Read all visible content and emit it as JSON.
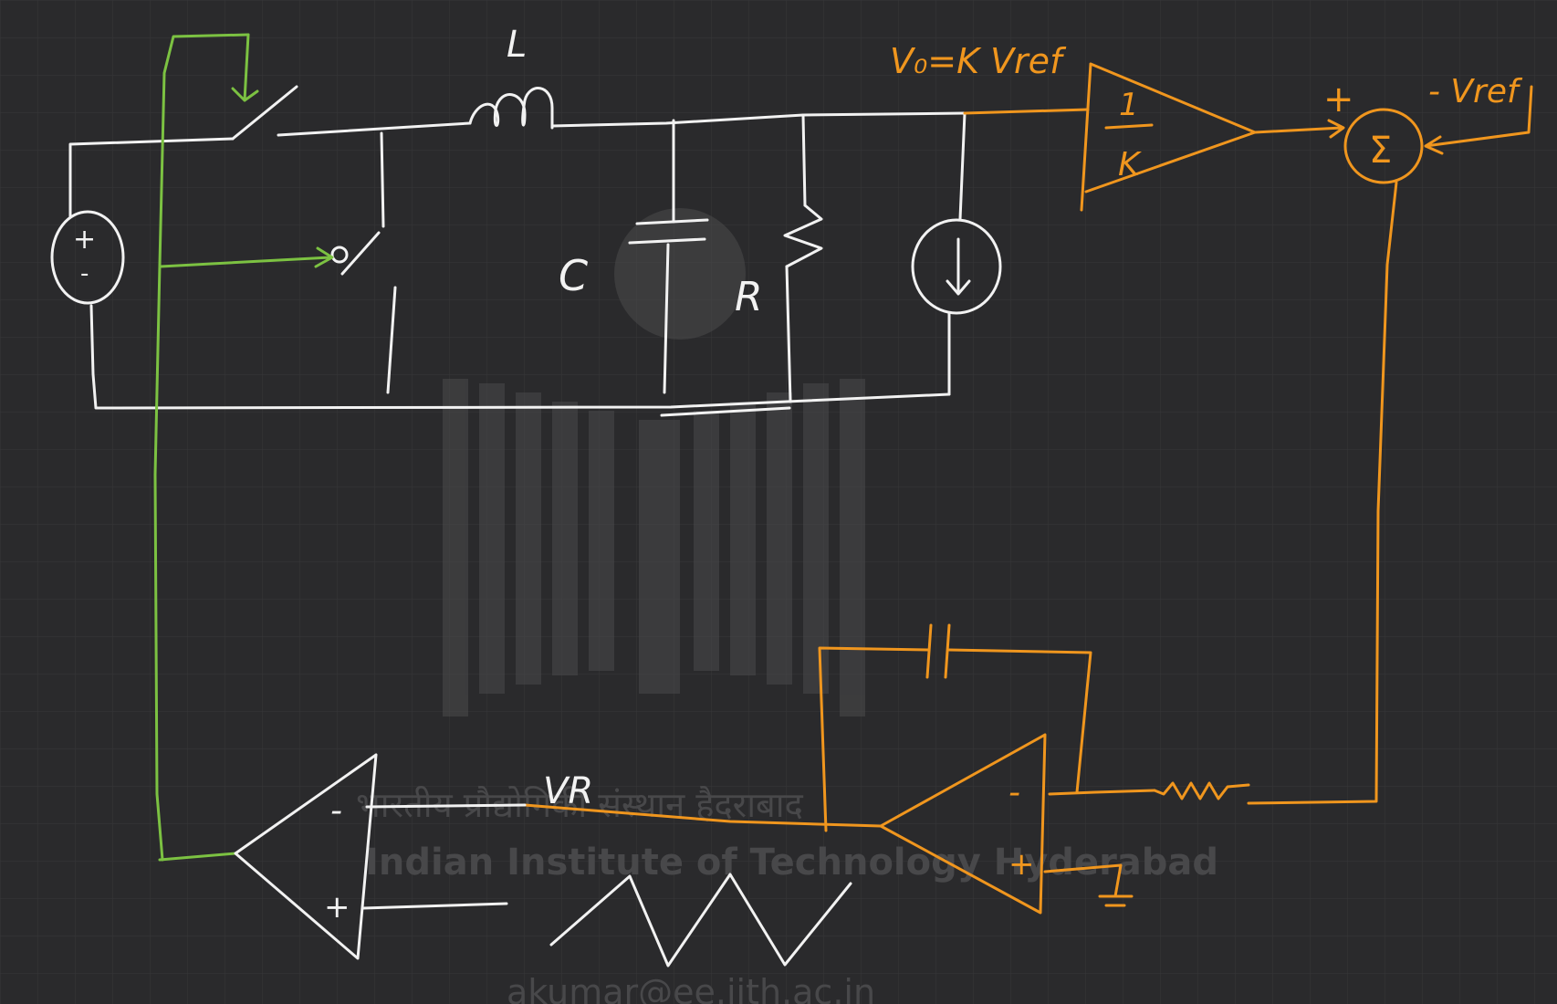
{
  "colors": {
    "background": "#2a2a2c",
    "grid": "#353537",
    "power_stage": "#f2f2f2",
    "gate_signal": "#7cc242",
    "control_loop": "#f0961e",
    "watermark": "#4a4a4c"
  },
  "labels": {
    "inductor": "L",
    "capacitor": "C",
    "resistor": "R",
    "output_eq": "V₀=K Vref",
    "gain_num": "1",
    "gain_den": "K",
    "sum_symbol": "Σ",
    "sum_plus": "+",
    "sum_minus_ref": "- Vref",
    "vr": "VR",
    "comp_minus": "-",
    "comp_plus": "+",
    "int_minus": "-",
    "int_plus": "+",
    "source_plus": "+",
    "source_minus": "-"
  },
  "watermark": {
    "line1": "भारतीय प्रौद्योगिकी संस्थान हैदराबाद",
    "line2": "Indian Institute of Technology Hyderabad",
    "email": "akumar@ee.iith.ac.in"
  }
}
